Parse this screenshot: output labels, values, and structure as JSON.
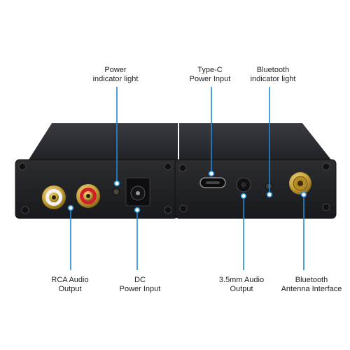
{
  "labels": {
    "power_light": [
      "Power",
      "indicator light"
    ],
    "typec": [
      "Type-C",
      "Power Input"
    ],
    "bt_light": [
      "Bluetooth",
      "indicator light"
    ],
    "rca": [
      "RCA Audio",
      "Output"
    ],
    "dc": [
      "DC",
      "Power Input"
    ],
    "audio35": [
      "3.5mm Audio",
      "Output"
    ],
    "bt_ant": [
      "Bluetooth",
      "Antenna Interface"
    ]
  },
  "colors": {
    "callout": "#1e8ad6",
    "case": "#1c1d20",
    "panel": "#232428",
    "rca_white_ring": "#f2f2f2",
    "rca_red_ring": "#d21f28",
    "gold": "#c9a23a"
  }
}
